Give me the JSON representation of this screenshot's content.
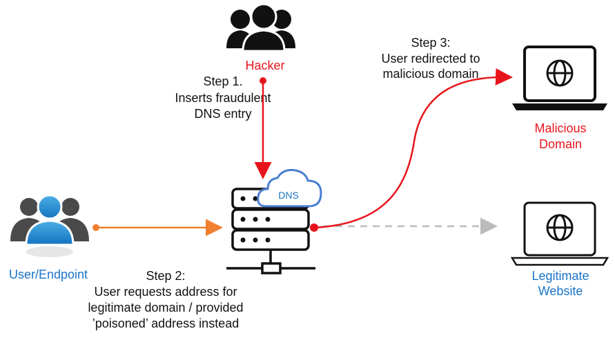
{
  "nodes": {
    "hacker": {
      "label": "Hacker"
    },
    "user": {
      "label": "User/Endpoint"
    },
    "dns": {
      "label": "DNS"
    },
    "malicious": {
      "label_lines": [
        "Malicious",
        "Domain"
      ]
    },
    "legitimate": {
      "label_lines": [
        "Legitimate",
        "Website"
      ]
    }
  },
  "steps": {
    "step1": [
      "Step 1.",
      "Inserts fraudulent",
      "DNS entry"
    ],
    "step2": [
      "Step 2:",
      "User requests address for",
      "legitimate domain / provided",
      "’poisoned’ address instead"
    ],
    "step3": [
      "Step 3:",
      "User redirected to",
      "malicious domain"
    ]
  },
  "colors": {
    "red": "#e8141b",
    "blue": "#1a73c8",
    "orange": "#f08030",
    "gray": "#bbbbbb",
    "cloud": "#4a7fd0"
  }
}
